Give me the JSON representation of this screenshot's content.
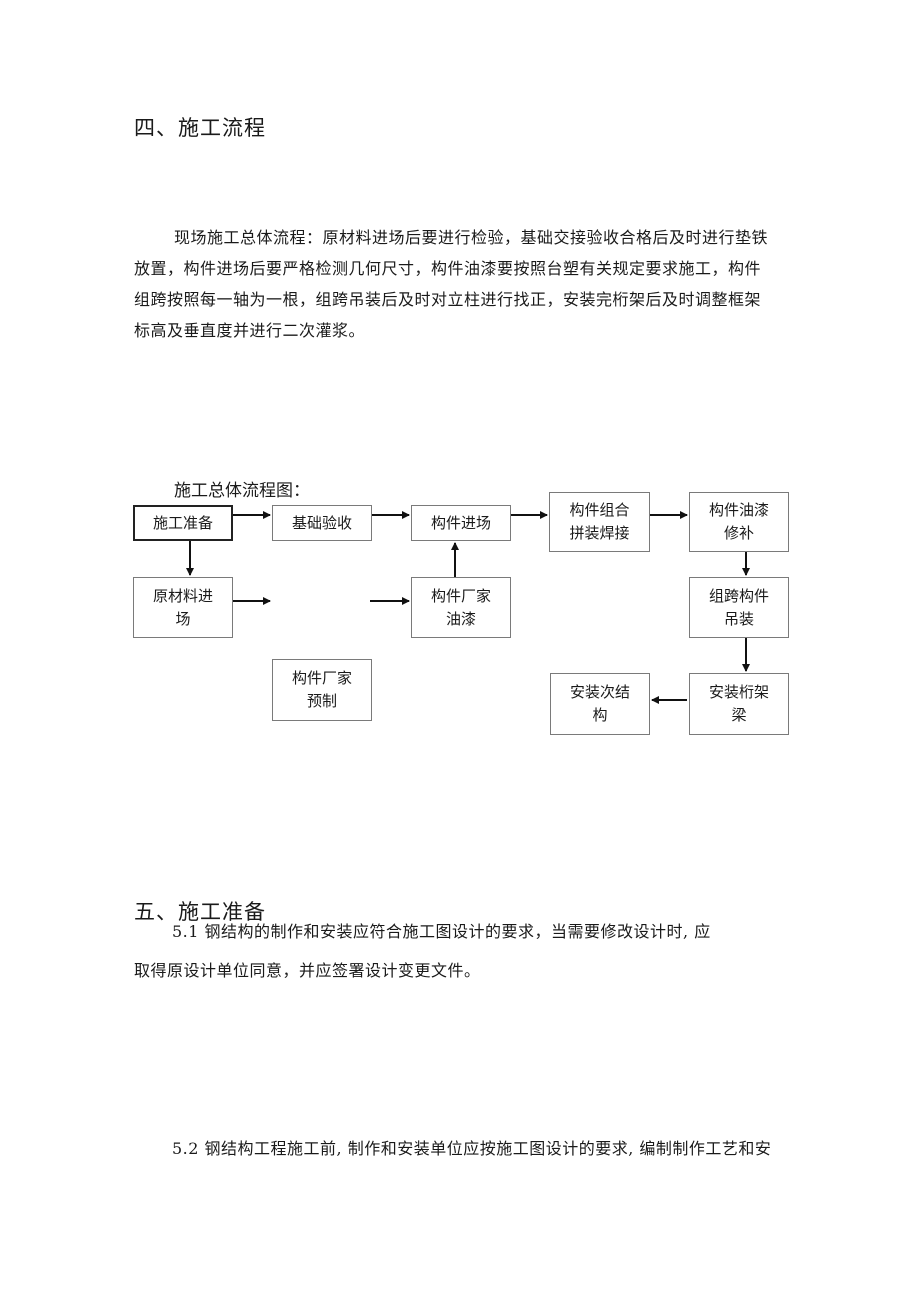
{
  "section4": {
    "heading": "四、施工流程",
    "paragraph_lines": [
      "现场施工总体流程：原材料进场后要进行检验，基础交接验收合格后及时进行垫铁",
      "放置，构件进场后要严格检测几何尺寸，构件油漆要按照台塑有关规定要求施工，构件",
      "组跨按照每一轴为一根，组跨吊装后及时对立柱进行找正，安装完桁架后及时调整框架",
      "标高及垂直度并进行二次灌浆。"
    ]
  },
  "flowchart": {
    "title": "施工总体流程图：",
    "nodes": {
      "prep": "施工准备",
      "foundation": "基础验收",
      "components_in": "构件进场",
      "assembly_line1": "构件组合",
      "assembly_line2": "拼装焊接",
      "paint_line1": "构件油漆",
      "paint_line2": "修补",
      "material_line1": "原材料进",
      "material_line2": "场",
      "factory_paint_line1": "构件厂家",
      "factory_paint_line2": "油漆",
      "span_line1": "组跨构件",
      "span_line2": "吊装",
      "prefab_line1": "构件厂家",
      "prefab_line2": "预制",
      "secondary_line1": "安装次结",
      "secondary_line2": "构",
      "truss_line1": "安装桁架",
      "truss_line2": "梁"
    }
  },
  "section5": {
    "heading": "五、施工准备",
    "p1_line1": "5.1 钢结构的制作和安装应符合施工图设计的要求，当需要修改设计时, 应",
    "p1_line2": "取得原设计单位同意，并应签署设计变更文件。",
    "p2_line1": "5.2 钢结构工程施工前, 制作和安装单位应按施工图设计的要求, 编制制作工艺和安"
  }
}
